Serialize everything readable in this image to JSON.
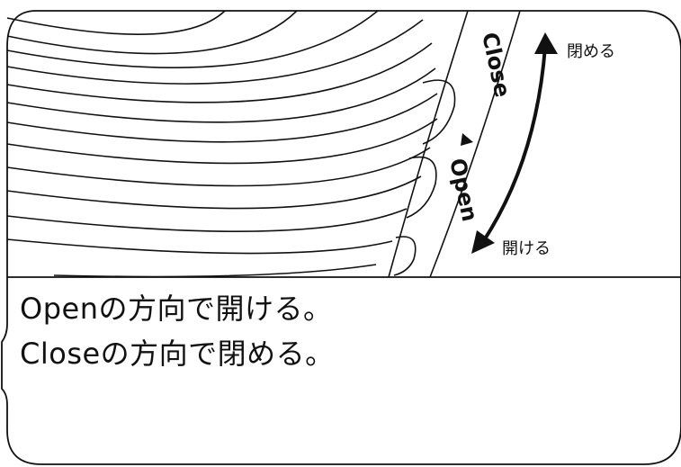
{
  "diagram": {
    "dial_label_close": "Close",
    "dial_label_open": "Open",
    "arrow_label_close": "閉める",
    "arrow_label_open": "開ける",
    "dial_direction_marker": "triangle-pointer-icon"
  },
  "instructions": [
    "Openの方向で開ける。",
    "Closeの方向で閉める。"
  ],
  "colors": {
    "line": "#111111",
    "background": "#ffffff"
  }
}
